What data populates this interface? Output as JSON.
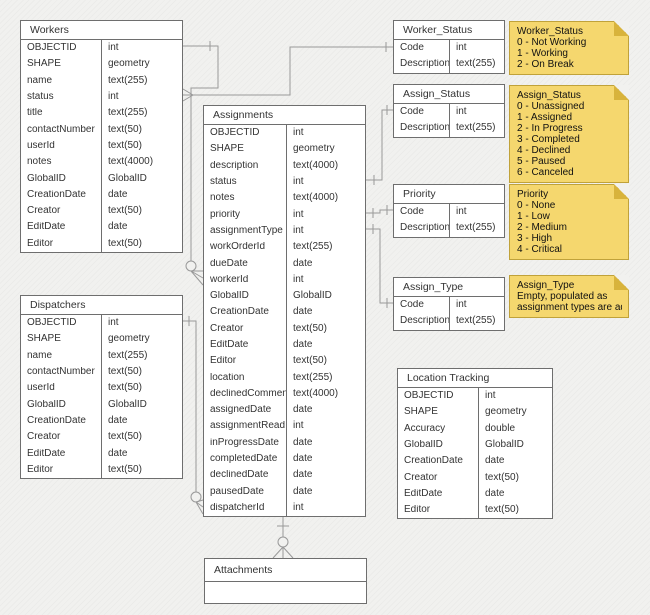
{
  "colors": {
    "background": "#f1f1ef",
    "table_fill": "#ffffff",
    "table_border": "#6e6e6e",
    "connector_line": "#999999",
    "note_fill": "#f5d76e",
    "note_fold": "#d8b33c",
    "note_border": "#c0a23a",
    "text": "#333333"
  },
  "tables": {
    "workers": {
      "title": "Workers",
      "fields": [
        {
          "name": "OBJECTID",
          "type": "int"
        },
        {
          "name": "SHAPE",
          "type": "geometry"
        },
        {
          "name": "name",
          "type": "text(255)"
        },
        {
          "name": "status",
          "type": "int"
        },
        {
          "name": "title",
          "type": "text(255)"
        },
        {
          "name": "contactNumber",
          "type": "text(50)"
        },
        {
          "name": "userId",
          "type": "text(50)"
        },
        {
          "name": "notes",
          "type": "text(4000)"
        },
        {
          "name": "GlobalID",
          "type": "GlobalID"
        },
        {
          "name": "CreationDate",
          "type": "date"
        },
        {
          "name": "Creator",
          "type": "text(50)"
        },
        {
          "name": "EditDate",
          "type": "date"
        },
        {
          "name": "Editor",
          "type": "text(50)"
        }
      ]
    },
    "dispatchers": {
      "title": "Dispatchers",
      "fields": [
        {
          "name": "OBJECTID",
          "type": "int"
        },
        {
          "name": "SHAPE",
          "type": "geometry"
        },
        {
          "name": "name",
          "type": "text(255)"
        },
        {
          "name": "contactNumber",
          "type": "text(50)"
        },
        {
          "name": "userId",
          "type": "text(50)"
        },
        {
          "name": "GlobalID",
          "type": "GlobalID"
        },
        {
          "name": "CreationDate",
          "type": "date"
        },
        {
          "name": "Creator",
          "type": "text(50)"
        },
        {
          "name": "EditDate",
          "type": "date"
        },
        {
          "name": "Editor",
          "type": "text(50)"
        }
      ]
    },
    "assignments": {
      "title": "Assignments",
      "fields": [
        {
          "name": "OBJECTID",
          "type": "int"
        },
        {
          "name": "SHAPE",
          "type": "geometry"
        },
        {
          "name": "description",
          "type": "text(4000)"
        },
        {
          "name": "status",
          "type": "int"
        },
        {
          "name": "notes",
          "type": "text(4000)"
        },
        {
          "name": "priority",
          "type": "int"
        },
        {
          "name": "assignmentType",
          "type": "int"
        },
        {
          "name": "workOrderId",
          "type": "text(255)"
        },
        {
          "name": "dueDate",
          "type": "date"
        },
        {
          "name": "workerId",
          "type": "int"
        },
        {
          "name": "GlobalID",
          "type": "GlobalID"
        },
        {
          "name": "CreationDate",
          "type": "date"
        },
        {
          "name": "Creator",
          "type": "text(50)"
        },
        {
          "name": "EditDate",
          "type": "date"
        },
        {
          "name": "Editor",
          "type": "text(50)"
        },
        {
          "name": "location",
          "type": "text(255)"
        },
        {
          "name": "declinedComment",
          "type": "text(4000)"
        },
        {
          "name": "assignedDate",
          "type": "date"
        },
        {
          "name": "assignmentRead",
          "type": "int"
        },
        {
          "name": "inProgressDate",
          "type": "date"
        },
        {
          "name": "completedDate",
          "type": "date"
        },
        {
          "name": "declinedDate",
          "type": "date"
        },
        {
          "name": "pausedDate",
          "type": "date"
        },
        {
          "name": "dispatcherId",
          "type": "int"
        }
      ]
    },
    "worker_status": {
      "title": "Worker_Status",
      "fields": [
        {
          "name": "Code",
          "type": "int"
        },
        {
          "name": "Description",
          "type": "text(255)"
        }
      ]
    },
    "assign_status": {
      "title": "Assign_Status",
      "fields": [
        {
          "name": "Code",
          "type": "int"
        },
        {
          "name": "Description",
          "type": "text(255)"
        }
      ]
    },
    "priority": {
      "title": "Priority",
      "fields": [
        {
          "name": "Code",
          "type": "int"
        },
        {
          "name": "Description",
          "type": "text(255)"
        }
      ]
    },
    "assign_type": {
      "title": "Assign_Type",
      "fields": [
        {
          "name": "Code",
          "type": "int"
        },
        {
          "name": "Description",
          "type": "text(255)"
        }
      ]
    },
    "location_tracking": {
      "title": "Location Tracking",
      "fields": [
        {
          "name": "OBJECTID",
          "type": "int"
        },
        {
          "name": "SHAPE",
          "type": "geometry"
        },
        {
          "name": "Accuracy",
          "type": "double"
        },
        {
          "name": "GlobalID",
          "type": "GlobalID"
        },
        {
          "name": "CreationDate",
          "type": "date"
        },
        {
          "name": "Creator",
          "type": "text(50)"
        },
        {
          "name": "EditDate",
          "type": "date"
        },
        {
          "name": "Editor",
          "type": "text(50)"
        }
      ]
    },
    "attachments": {
      "title": "Attachments",
      "fields": []
    }
  },
  "notes": [
    {
      "title": "Worker_Status",
      "lines": [
        "0 - Not Working",
        "1 - Working",
        "2 - On Break"
      ]
    },
    {
      "title": "Assign_Status",
      "lines": [
        "0 - Unassigned",
        "1 - Assigned",
        "2 - In Progress",
        "3 - Completed",
        "4 - Declined",
        "5 - Paused",
        "6 - Canceled"
      ]
    },
    {
      "title": "Priority",
      "lines": [
        "0 - None",
        "1 - Low",
        "2 - Medium",
        "3 - High",
        "4 - Critical"
      ]
    },
    {
      "title": "Assign_Type",
      "lines": [
        "Empty, populated as",
        "assignment types are added"
      ]
    }
  ]
}
